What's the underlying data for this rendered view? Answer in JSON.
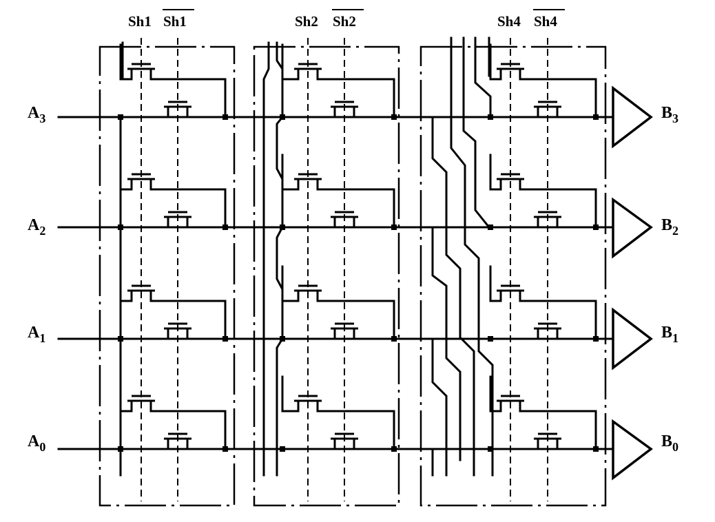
{
  "column_labels": [
    {
      "name": "Sh1",
      "bar": "Sh1"
    },
    {
      "name": "Sh2",
      "bar": "Sh2"
    },
    {
      "name": "Sh4",
      "bar": "Sh4"
    }
  ],
  "inputs": [
    {
      "letter": "A",
      "index": "3"
    },
    {
      "letter": "A",
      "index": "2"
    },
    {
      "letter": "A",
      "index": "1"
    },
    {
      "letter": "A",
      "index": "0"
    }
  ],
  "outputs": [
    {
      "letter": "B",
      "index": "3"
    },
    {
      "letter": "B",
      "index": "2"
    },
    {
      "letter": "B",
      "index": "1"
    },
    {
      "letter": "B",
      "index": "0"
    }
  ]
}
